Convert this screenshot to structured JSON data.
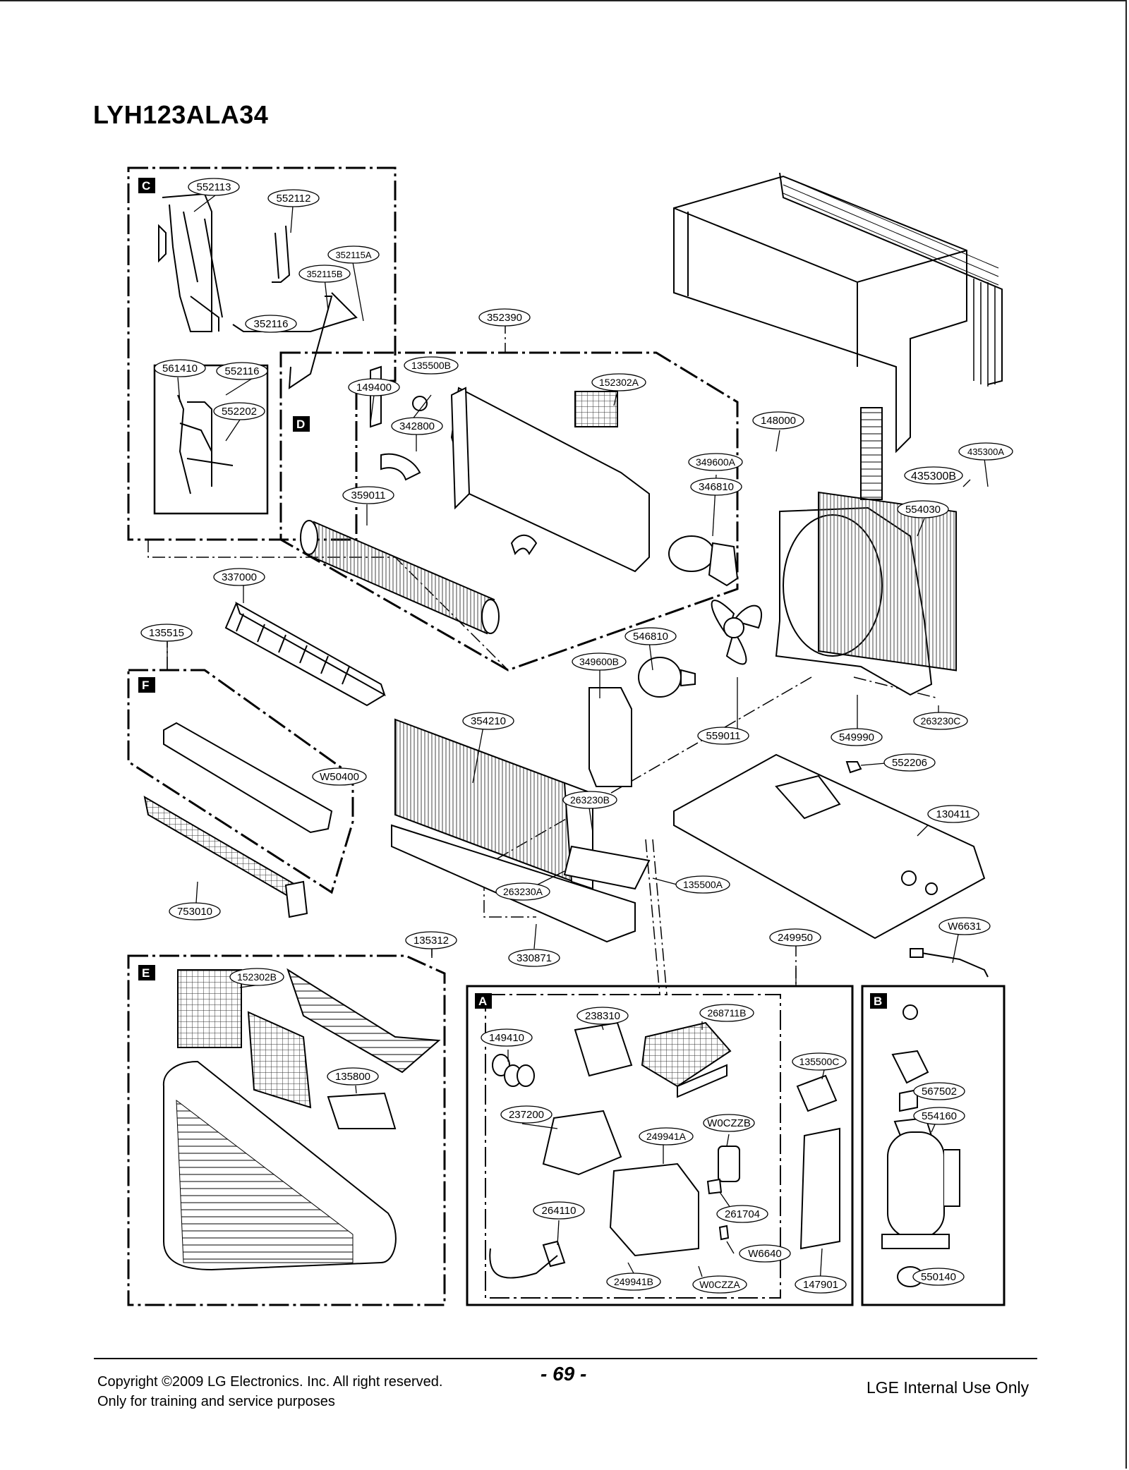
{
  "title": "LYH123ALA34",
  "sections": [
    {
      "id": "A"
    },
    {
      "id": "B"
    },
    {
      "id": "C"
    },
    {
      "id": "D"
    },
    {
      "id": "E"
    },
    {
      "id": "F"
    }
  ],
  "parts": [
    "552113",
    "552112",
    "352115A",
    "352115B",
    "352116",
    "561410",
    "552116",
    "552202",
    "352390",
    "135500B",
    "149400",
    "152302A",
    "342800",
    "359011",
    "148000",
    "349600A",
    "346810",
    "435300A",
    "435300B",
    "554030",
    "337000",
    "135515",
    "546810",
    "349600B",
    "559011",
    "549990",
    "263230C",
    "W50400",
    "354210",
    "552206",
    "263230B",
    "130411",
    "263230A",
    "135500A",
    "753010",
    "330871",
    "135312",
    "249950",
    "W6631",
    "152302B",
    "238310",
    "268711B",
    "149410",
    "135500C",
    "135800",
    "237200",
    "567502",
    "W0CZZB",
    "249941A",
    "554160",
    "261704",
    "264110",
    "W6640",
    "249941B",
    "W0CZZA",
    "147901",
    "550140"
  ],
  "footer": {
    "copyright": "Copyright ©2009 LG Electronics. Inc. All right reserved.",
    "purpose": "Only for training and service purposes",
    "page": "- 69 -",
    "internal": "LGE Internal Use Only"
  }
}
